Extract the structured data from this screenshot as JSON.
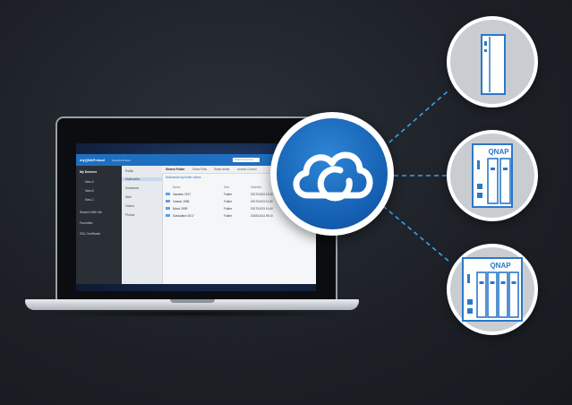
{
  "app": {
    "logo": "myQNAPcloud",
    "subtitle": "SmartLink Beta",
    "search_placeholder": "Search Devices",
    "sidebar": [
      {
        "label": "My Devices",
        "active": true
      },
      {
        "label": "Nas-A",
        "active": false
      },
      {
        "label": "Nas-B",
        "active": false
      },
      {
        "label": "Nas-C",
        "active": false
      },
      {
        "label": "Shared With Me",
        "active": false
      },
      {
        "label": "Favorites",
        "active": false
      },
      {
        "label": "SSL Certificate",
        "active": false
      }
    ],
    "folders": [
      {
        "label": "Public",
        "selected": false
      },
      {
        "label": "Multimedia",
        "selected": true
      },
      {
        "label": "Download",
        "selected": false
      },
      {
        "label": "Web",
        "selected": false
      },
      {
        "label": "Videos",
        "selected": false
      },
      {
        "label": "Photos",
        "selected": false
      }
    ],
    "tabs": [
      "Shared Folder",
      "Share Files",
      "Share detail",
      "Access Control"
    ],
    "breadcrumb": "Multimedia   My folder   videos",
    "table": {
      "headers": [
        "Name",
        "Size",
        "Modified"
      ],
      "rows": [
        {
          "name": "Vacation 2017",
          "type": "Folder",
          "date": "2017/10/13 12:00"
        },
        {
          "name": "Classic 1998",
          "type": "Folder",
          "date": "2017/10/13 11:30"
        },
        {
          "name": "Music 1999",
          "type": "Folder",
          "date": "2017/10/13 10:40"
        },
        {
          "name": "Graduation 2017",
          "type": "Folder",
          "date": "2016/10/14 09:10"
        }
      ]
    }
  },
  "devices": [
    {
      "name": "tower-nas-icon",
      "brand": ""
    },
    {
      "name": "two-bay-nas-icon",
      "brand": "QNAP"
    },
    {
      "name": "four-bay-nas-icon",
      "brand": "QNAP"
    }
  ],
  "colors": {
    "background": "#1d2127",
    "cloud_blue": "#1a6cc0",
    "device_gray": "#c9cdd2",
    "link_blue": "#3ea0e6",
    "device_outline": "#2c78c8"
  }
}
